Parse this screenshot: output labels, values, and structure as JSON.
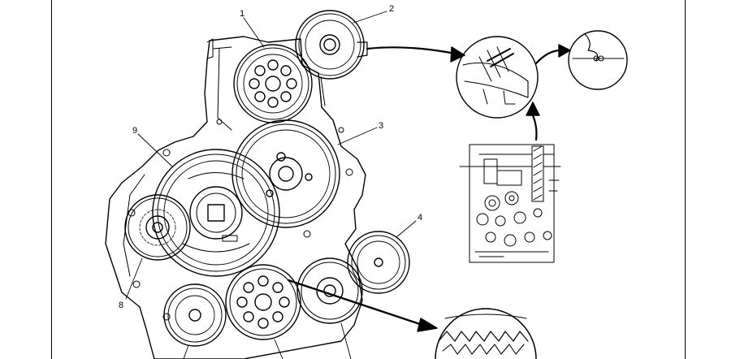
{
  "callouts": {
    "one": "1",
    "two": "2",
    "three": "3",
    "four": "4",
    "eight": "8",
    "nine": "9"
  },
  "colors": {
    "ink": "#000000",
    "paper": "#ffffff"
  }
}
